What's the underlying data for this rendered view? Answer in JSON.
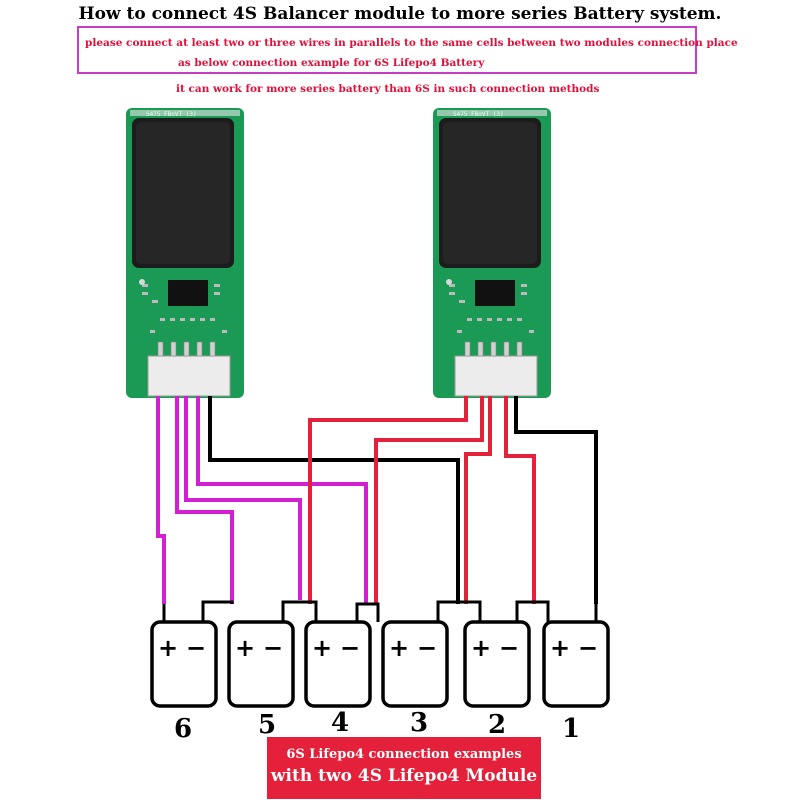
{
  "title": "How to connect 4S Balancer module to more series Battery system.",
  "notice": {
    "line1": "please connect at least two or three wires  in parallels to the same cells between two modules connection place",
    "line2": "as below connection example for 6S Lifepo4 Battery",
    "line3": "it can work for more series battery than 6S in such connection methods"
  },
  "modules": [
    {
      "silk": "S475 FBoVT (3)"
    },
    {
      "silk": "S475 FBoVT (3)"
    }
  ],
  "cells": [
    {
      "number": "6",
      "plus": "+",
      "minus": "−"
    },
    {
      "number": "5",
      "plus": "+",
      "minus": "−"
    },
    {
      "number": "4",
      "plus": "+",
      "minus": "−"
    },
    {
      "number": "3",
      "plus": "+",
      "minus": "−"
    },
    {
      "number": "2",
      "plus": "+",
      "minus": "−"
    },
    {
      "number": "1",
      "plus": "+",
      "minus": "−"
    }
  ],
  "caption": {
    "line1": "6S Lifepo4 connection examples",
    "line2": "with two 4S Lifepo4 Module"
  },
  "colors": {
    "module1_wires": "#d21fd2",
    "module2_wires": "#e5203a",
    "ground_wires": "#000000",
    "pcb": "#1b9a55",
    "heatsink": "#1c1c1c",
    "caption_bg": "#e5203a",
    "notice_text": "#e0103a",
    "notice_border": "#c83cc8"
  }
}
